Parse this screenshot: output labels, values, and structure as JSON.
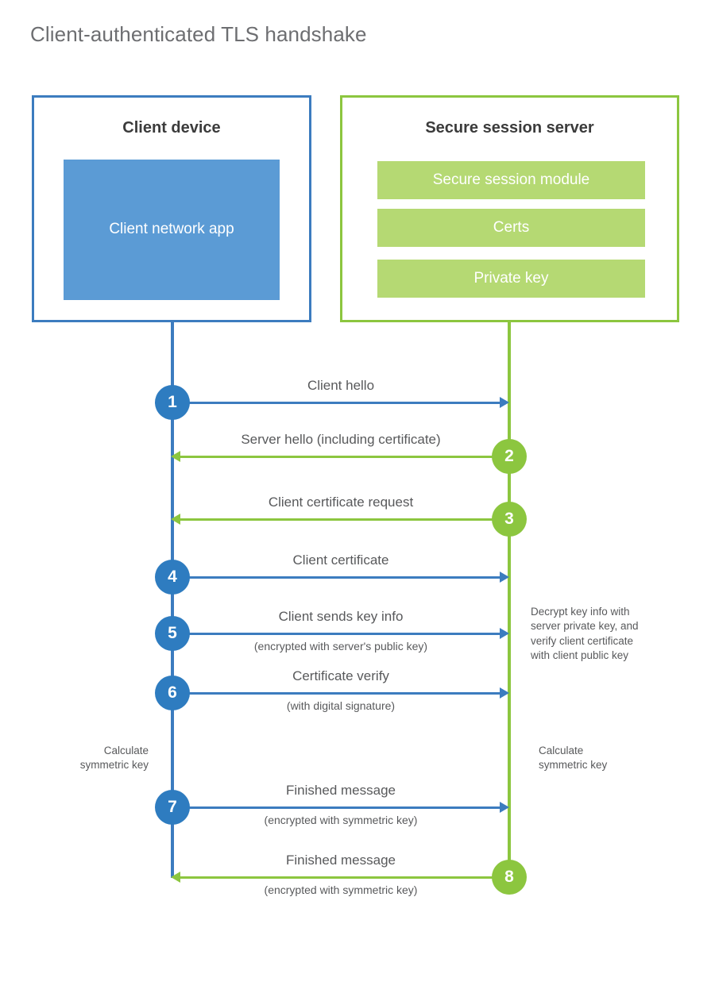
{
  "title": "Client-authenticated TLS handshake",
  "participants": {
    "client": {
      "title": "Client device",
      "blocks": [
        {
          "label": "Client network app"
        }
      ]
    },
    "server": {
      "title": "Secure session server",
      "blocks": [
        {
          "label": "Secure session module"
        },
        {
          "label": "Certs"
        },
        {
          "label": "Private key"
        }
      ]
    }
  },
  "messages": [
    {
      "step": "1",
      "label": "Client hello",
      "sublabel": "",
      "direction": "client-to-server",
      "color": "blue"
    },
    {
      "step": "2",
      "label": "Server hello (including certificate)",
      "sublabel": "",
      "direction": "server-to-client",
      "color": "green"
    },
    {
      "step": "3",
      "label": "Client certificate request",
      "sublabel": "",
      "direction": "server-to-client",
      "color": "green"
    },
    {
      "step": "4",
      "label": "Client certificate",
      "sublabel": "",
      "direction": "client-to-server",
      "color": "blue"
    },
    {
      "step": "5",
      "label": "Client sends key info",
      "sublabel": "(encrypted with server's public key)",
      "direction": "client-to-server",
      "color": "blue"
    },
    {
      "step": "6",
      "label": "Certificate verify",
      "sublabel": "(with digital signature)",
      "direction": "client-to-server",
      "color": "blue"
    },
    {
      "step": "7",
      "label": "Finished message",
      "sublabel": "(encrypted with symmetric key)",
      "direction": "client-to-server",
      "color": "blue"
    },
    {
      "step": "8",
      "label": "Finished message",
      "sublabel": "(encrypted with symmetric key)",
      "direction": "server-to-client",
      "color": "green"
    }
  ],
  "notes": {
    "server_decrypt": "Decrypt key info with\nserver private key, and\nverify client certificate\nwith client public key",
    "client_calculate": "Calculate\nsymmetric key",
    "server_calculate": "Calculate\nsymmetric key"
  },
  "colors": {
    "client_border": "#3c7cbf",
    "client_app_fill": "#5b9bd5",
    "client_circle": "#2e7cc0",
    "server_border": "#8cc63f",
    "server_block_fill": "#b5d973",
    "server_circle": "#8cc63f",
    "title_text": "#6d6e71",
    "body_text": "#58595b",
    "heading_text": "#3b3b3b",
    "background": "#ffffff"
  }
}
